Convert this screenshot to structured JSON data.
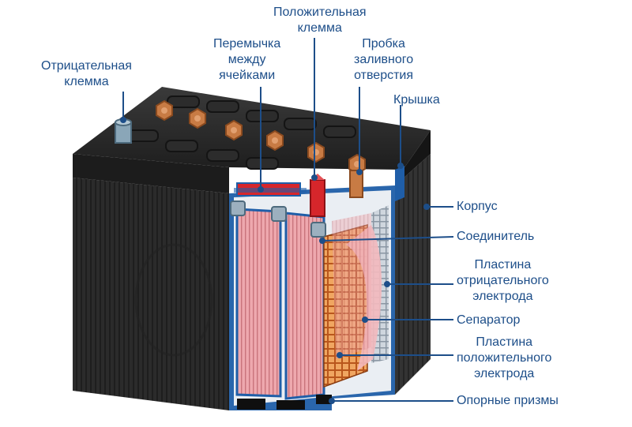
{
  "labels": {
    "negative_terminal": "Отрицательная\nклемма",
    "cell_connector_bridge": "Перемычка\nмежду\nячейками",
    "positive_terminal": "Положительная\nклемма",
    "filler_plug": "Пробка\nзаливного\nотверстия",
    "lid": "Крышка",
    "case": "Корпус",
    "connector": "Соединитель",
    "negative_plate": "Пластина\nотрицательного\nэлектрода",
    "separator": "Сепаратор",
    "positive_plate": "Пластина\nположительного\nэлектрода",
    "support_prisms": "Опорные призмы"
  },
  "colors": {
    "label_text": "#1d4e89",
    "leader_line": "#1d4e89",
    "case_body": "#3a3a3a",
    "case_top": "#2b2b2b",
    "cut_wall": "#1f5ea8",
    "positive_plate": "#e9a0a6",
    "negative_grid": "#d7742e",
    "terminal_copper": "#c87b44",
    "negative_post": "#8aa6b8",
    "positive_post_red": "#d6262b"
  }
}
